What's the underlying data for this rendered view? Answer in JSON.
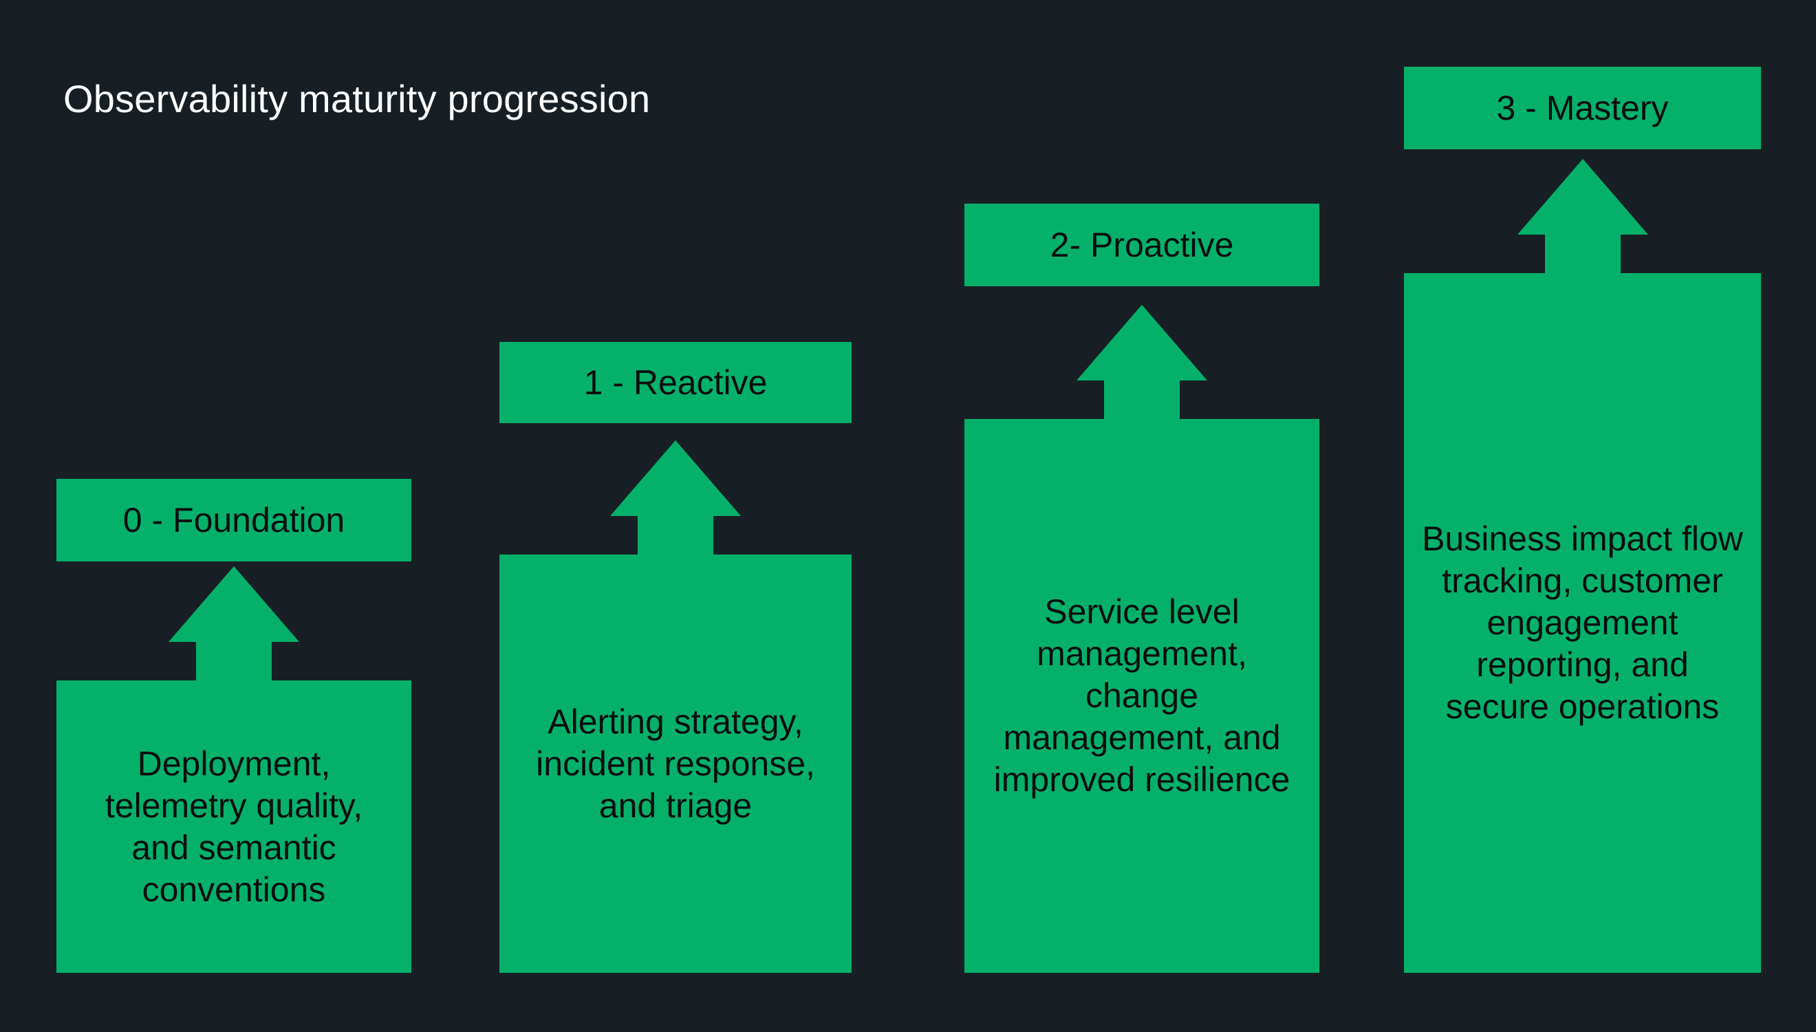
{
  "diagram": {
    "title": "Observability maturity progression",
    "background_color": "#171f24",
    "block_color": "#05b16a",
    "title_color": "#ffffff",
    "block_text_color": "#0a0d0f",
    "arrow_icon_name": "up-arrow-icon"
  },
  "chart_data": {
    "type": "bar",
    "title": "Observability maturity progression",
    "xlabel": "",
    "ylabel": "",
    "categories": [
      "0 - Foundation",
      "1 - Reactive",
      "2- Proactive",
      "3 - Mastery"
    ],
    "values": [
      1,
      2,
      3,
      4
    ],
    "grid": false,
    "legend": "none"
  },
  "stages": [
    {
      "level": "0",
      "label": "0 - Foundation",
      "body": "Deployment, telemetry quality, and semantic conventions"
    },
    {
      "level": "1",
      "label": "1 - Reactive",
      "body": "Alerting strategy, incident response, and triage"
    },
    {
      "level": "2",
      "label": "2- Proactive",
      "body": "Service level management, change management, and improved resilience"
    },
    {
      "level": "3",
      "label": "3 - Mastery",
      "body": "Business impact flow tracking, customer engagement reporting, and secure operations"
    }
  ]
}
